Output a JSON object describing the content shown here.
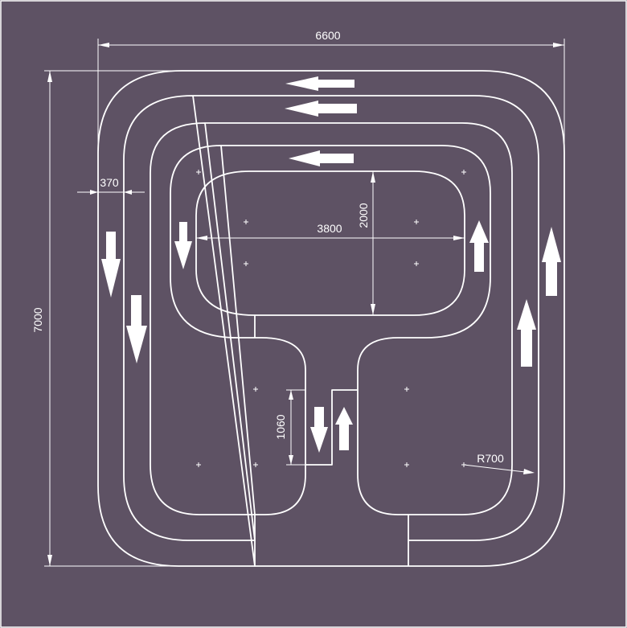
{
  "colors": {
    "background": "#5e5264",
    "line": "#ffffff",
    "border": "#ffffff"
  },
  "dimensions": {
    "overall_width": "6600",
    "overall_height": "7000",
    "lane_width": "370",
    "inner_width": "3800",
    "inner_height": "2000",
    "stem_length": "1060",
    "corner_radius": "R700"
  },
  "arrows": [
    {
      "id": "top-outer",
      "direction": "left"
    },
    {
      "id": "top-second",
      "direction": "left"
    },
    {
      "id": "top-inner",
      "direction": "left"
    },
    {
      "id": "left-outer",
      "direction": "down"
    },
    {
      "id": "left-second",
      "direction": "down"
    },
    {
      "id": "left-inner",
      "direction": "down"
    },
    {
      "id": "right-inner",
      "direction": "up"
    },
    {
      "id": "right-outer",
      "direction": "up"
    },
    {
      "id": "right-second",
      "direction": "up"
    },
    {
      "id": "stem-left",
      "direction": "down"
    },
    {
      "id": "stem-right",
      "direction": "up"
    }
  ]
}
